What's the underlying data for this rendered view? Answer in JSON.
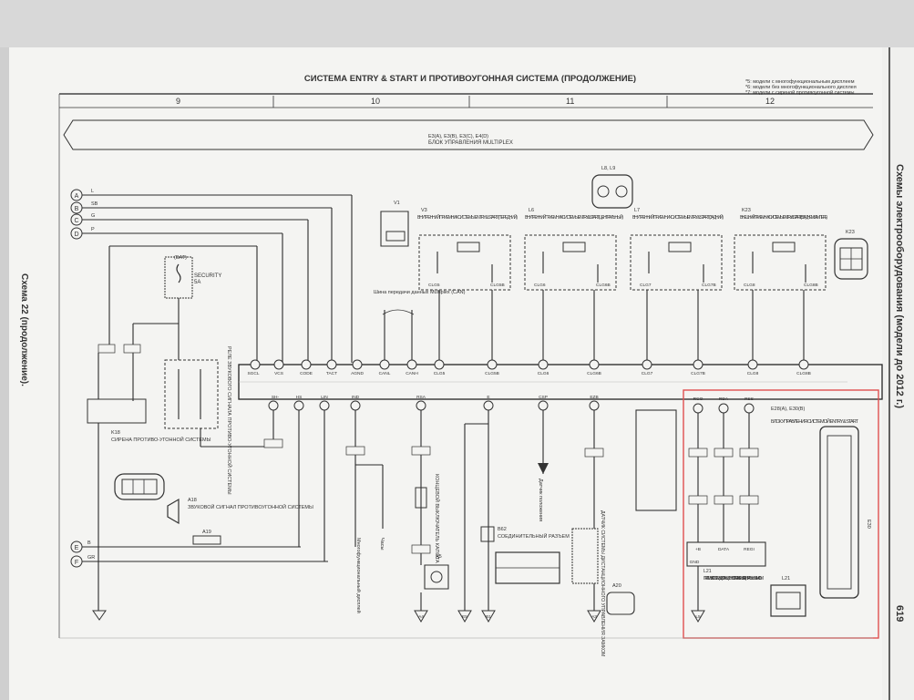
{
  "header": {
    "title": "СИСТЕМА ENTRY & START И ПРОТИВОУГОННАЯ СИСТЕМА (ПРОДОЛЖЕНИЕ)",
    "notes": [
      "*5: модели с многофункциональным дисплеем",
      "*6: модели без многофункционального дисплея",
      "*7: модели с сиреной противоугонной системы"
    ]
  },
  "grid": [
    "9",
    "10",
    "11",
    "12"
  ],
  "side": {
    "left": "Схема 22 (продолжение).",
    "right": "Схемы электрооборудования (модели до 2012 г.)",
    "page": "619"
  },
  "multiplex": {
    "codes": "E3(A), E3(B), E3(C), E4(D)",
    "title": "БЛОК УПРАВЛЕНИЯ MULTIPLEX"
  },
  "bus_letters": [
    "A",
    "B",
    "C",
    "D",
    "E",
    "F"
  ],
  "wire_colors": [
    "L",
    "SB",
    "G",
    "P",
    "B",
    "GR"
  ],
  "fuse": {
    "code": "(BAT)",
    "label": "SECURITY",
    "rating": "5A"
  },
  "relay_label": "РЕЛЕ ЗВУКОВОГО СИГНАЛА ПРОТИВО-УГОННОЙ СИСТЕМЫ",
  "siren": {
    "code": "K18",
    "label": "СИРЕНА ПРОТИВО-УГОННОЙ СИСТЕМЫ"
  },
  "horn": {
    "code": "A18",
    "label": "ЗВУКОВОЙ СИГНАЛ ПРОТИВОУГОННОЙ СИСТЕМЫ",
    "conn": "A19"
  },
  "can_label": "Шина передачи данных Multiplex (CAN)",
  "connectors": {
    "v1": "V1",
    "l8": "L8, L9",
    "k23": "K23",
    "a5": "A5",
    "b62": "B62",
    "a20": "A20",
    "l21": "L21",
    "e30": "E30"
  },
  "receivers": [
    {
      "code": "V3",
      "label": "ВНУТРЕННИЙ ПРИЕМНИК СИСТЕМЫ ENTRY & START (ПЕРЕДНИЙ)",
      "pins": [
        "CLG5",
        "CLG5B"
      ]
    },
    {
      "code": "L6",
      "label": "ВНУТРЕННИЙ ПРИЕМНИК СИСТЕМЫ ENTRY & START (ЦЕНТРАЛЬНЫЙ)",
      "pins": [
        "CLG6",
        "CLG6B"
      ]
    },
    {
      "code": "L7",
      "label": "ВНУТРЕННИЙ ПРИЕМНИК СИСТЕМЫ ENTRY & START (ЗАДНИЙ)",
      "pins": [
        "CLG7",
        "CLG7B"
      ]
    },
    {
      "code": "K23",
      "label": "ВНЕШНИЙ ПРИЕМНИК СИСТЕМЫ ENTRY & START (В ЗАДНЕМ БАМПЕРЕ)",
      "pins": [
        "CLG8",
        "CLG8B"
      ]
    }
  ],
  "ecu_top_pins": [
    "SGCL",
    "VCS",
    "CODE",
    "TACT",
    "AGND",
    "CANL",
    "CANH",
    "CLG5",
    "CLG5B",
    "CLG6",
    "CLG6B",
    "CLG7",
    "CLG7B",
    "CLG8",
    "CLG8B"
  ],
  "ecu_bottom_pins": [
    "SH-",
    "HS",
    "LIN",
    "IND",
    "RSA",
    "E",
    "CSP",
    "EZB"
  ],
  "ecu_main": {
    "codes": "E28(A), E30(B)",
    "label": "БЛОК УПРАВЛЕНИЯ СИСТЕМОЙ ENTRY & START",
    "pins": [
      "RCO",
      "RDA",
      "RSS"
    ]
  },
  "remote": {
    "code": "L21",
    "label": "ПРИЕМНИК СИСТЕМЫ ДИСТАНЦИОННОГО УПРАВЛЕНИЯ ЦЕНТРАЛЬНЫМ ЗАМКОМ",
    "pins": [
      "+B",
      "DATA",
      "REGI",
      "GND"
    ]
  },
  "misc_labels": {
    "a5": "КОНЦЕВОЙ ВЫКЛЮЧАТЕЛЬ КАПОТА",
    "b62": "СОЕДИНИТЕЛЬНЫЙ РАЗЪЕМ",
    "a20": "ДАТЧИК СИСТЕМЫ ДИСТАНЦИОННОГО УПРАВЛЕНИЯ ЗАМКОМ",
    "multi": "Многофункциональный дисплей",
    "clock": "Часы",
    "immo": "Датчик положения"
  },
  "grounds": [
    "A4",
    "E5",
    "B1",
    "A3",
    "L5"
  ],
  "highlight_color": "#e05050"
}
